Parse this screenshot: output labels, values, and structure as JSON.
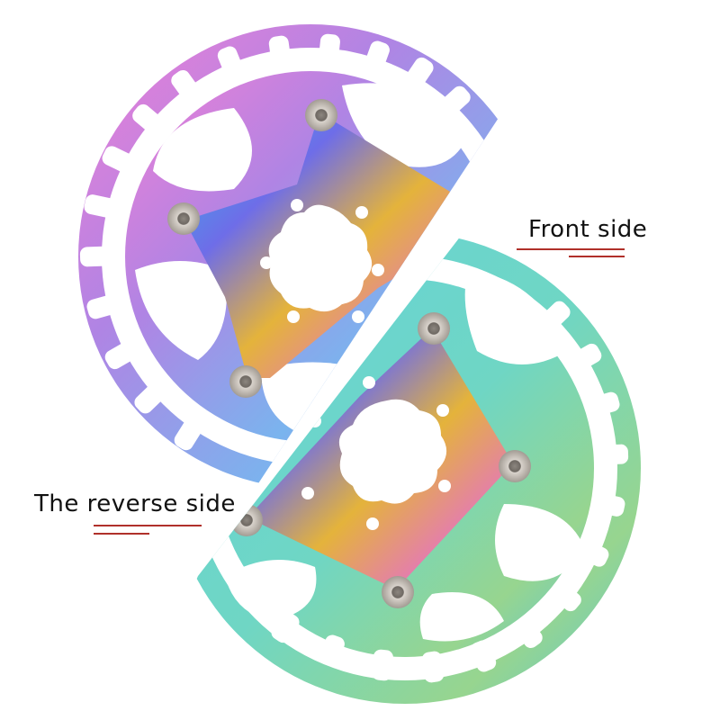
{
  "labels": {
    "front": "Front side",
    "reverse": "The reverse side"
  },
  "colors": {
    "background": "#ffffff",
    "underline": "#b0302a",
    "rotor_front_gradient": [
      "#e879d6",
      "#b07ee0",
      "#7fb4ee",
      "#6fd0e6"
    ],
    "rotor_reverse_gradient": [
      "#5fd0d6",
      "#69d6c8",
      "#9ad98a",
      "#5cc7cf"
    ],
    "spider_gradient": [
      "#3fb6e8",
      "#7a6ae6",
      "#e2a93c",
      "#e07ab5"
    ],
    "bolt": "#b9b2aa"
  },
  "icons": [
    "disc-rotor-front",
    "disc-rotor-reverse",
    "bolt-icon"
  ]
}
